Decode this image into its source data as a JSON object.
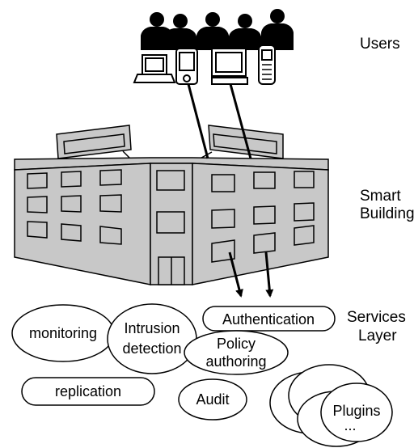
{
  "layers": {
    "users": "Users",
    "smart_building_line1": "Smart",
    "smart_building_line2": "Building",
    "services_line1": "Services",
    "services_line2": "Layer"
  },
  "services": {
    "authentication": "Authentication",
    "monitoring": "monitoring",
    "intrusion_line1": "Intrusion",
    "intrusion_line2": "detection",
    "policy_line1": "Policy",
    "policy_line2": "authoring",
    "replication": "replication",
    "audit": "Audit",
    "plugins": "Plugins",
    "plugins_more": "..."
  },
  "colors": {
    "building_fill": "#c8c8c8",
    "stroke": "#000000",
    "silhouette": "#000000",
    "background": "#ffffff"
  },
  "icons": [
    "person-silhouette-icon",
    "laptop-icon",
    "pda-icon",
    "desktop-computer-icon",
    "mobile-phone-icon",
    "office-building-icon"
  ]
}
